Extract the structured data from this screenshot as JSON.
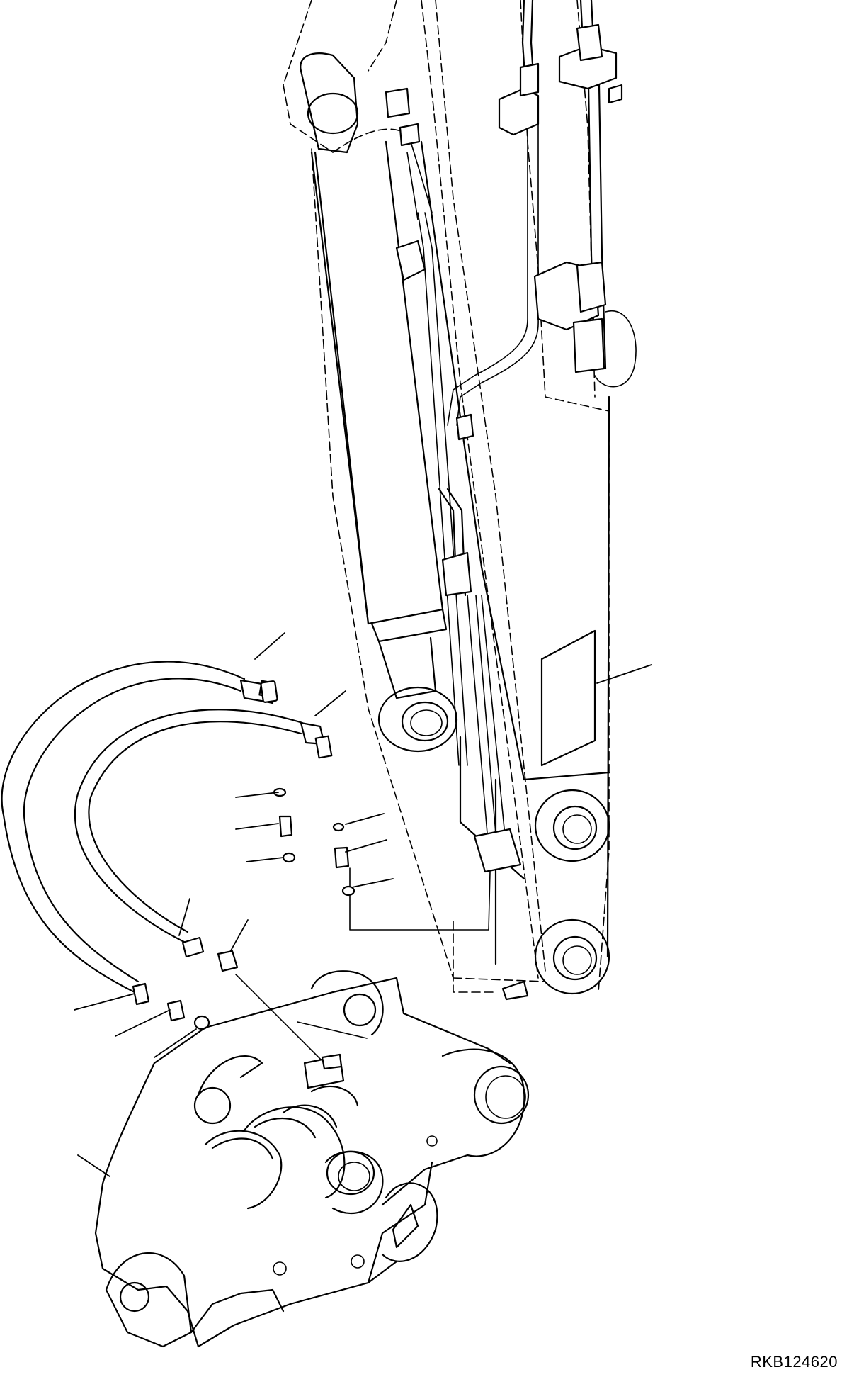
{
  "figure": {
    "drawing_code": "RKB124620"
  },
  "icons": {
    "boom_arm": "excavator-arm-outline",
    "cylinder": "hydraulic-cylinder",
    "quick_coupler": "quick-coupler-attachment",
    "hose": "hydraulic-hose",
    "fitting": "hose-fitting",
    "o_ring": "o-ring-seal",
    "decal": "label-plate"
  }
}
